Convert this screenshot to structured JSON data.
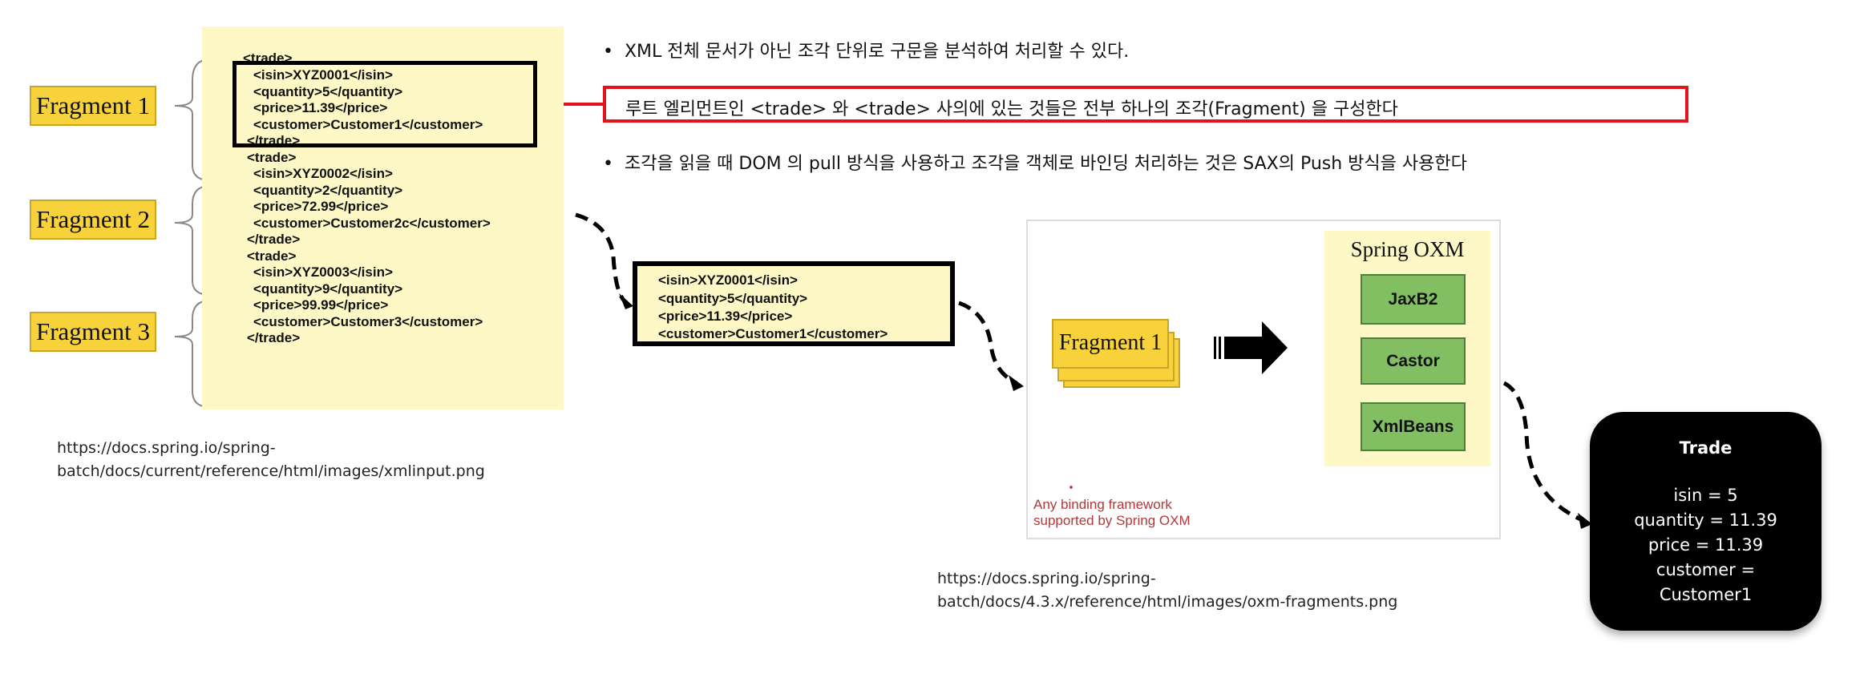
{
  "fragments": [
    "Fragment 1",
    "Fragment 2",
    "Fragment 3"
  ],
  "xml_lines": [
    "<trade>",
    "<isin>XYZ0001</isin>",
    "<quantity>5</quantity>",
    "<price>11.39</price>",
    "<customer>Customer1</customer>",
    "</trade>",
    "<trade>",
    "<isin>XYZ0002</isin>",
    "<quantity>2</quantity>",
    "<price>72.99</price>",
    "<customer>Customer2c</customer>",
    "</trade>",
    "<trade>",
    "<isin>XYZ0003</isin>",
    "<quantity>9</quantity>",
    "<price>99.99</price>",
    "<customer>Customer3</customer>",
    "</trade>"
  ],
  "link1": [
    "https://docs.spring.io/spring-",
    "batch/docs/current/reference/html/images/xmlinput.png"
  ],
  "bullets": {
    "b1": "XML 전체 문서가 아닌 조각 단위로 구문을 분석하여 처리할 수 있다.",
    "highlight": "루트 엘리먼트인 <trade> 와 <trade> 사의에 있는 것들은 전부 하나의 조각(Fragment) 을 구성한다",
    "b3": "조각을 읽을 때 DOM 의 pull 방식을 사용하고 조각을 객체로 바인딩 처리하는 것은 SAX의 Push 방식을 사용한다"
  },
  "bullet_char": "•",
  "fragment_snippet": [
    "<isin>XYZ0001</isin>",
    "<quantity>5</quantity>",
    "<price>11.39</price>",
    "<customer>Customer1</customer>"
  ],
  "oxm": {
    "fragment_label": "Fragment 1",
    "title": "Spring OXM",
    "frameworks": [
      "JaxB2",
      "Castor",
      "XmlBeans"
    ],
    "note": [
      "Any binding framework",
      "supported by Spring OXM"
    ]
  },
  "link2": [
    "https://docs.spring.io/spring-",
    "batch/docs/4.3.x/reference/html/images/oxm-fragments.png"
  ],
  "trade": {
    "title": "Trade",
    "lines": [
      "isin = 5",
      "quantity = 11.39",
      "price = 11.39",
      "customer =",
      "Customer1"
    ]
  },
  "colors": {
    "fragment": "#f7d23a",
    "panel": "#fdf8c6",
    "highlight": "#e0141a",
    "framework": "#82bf62"
  }
}
